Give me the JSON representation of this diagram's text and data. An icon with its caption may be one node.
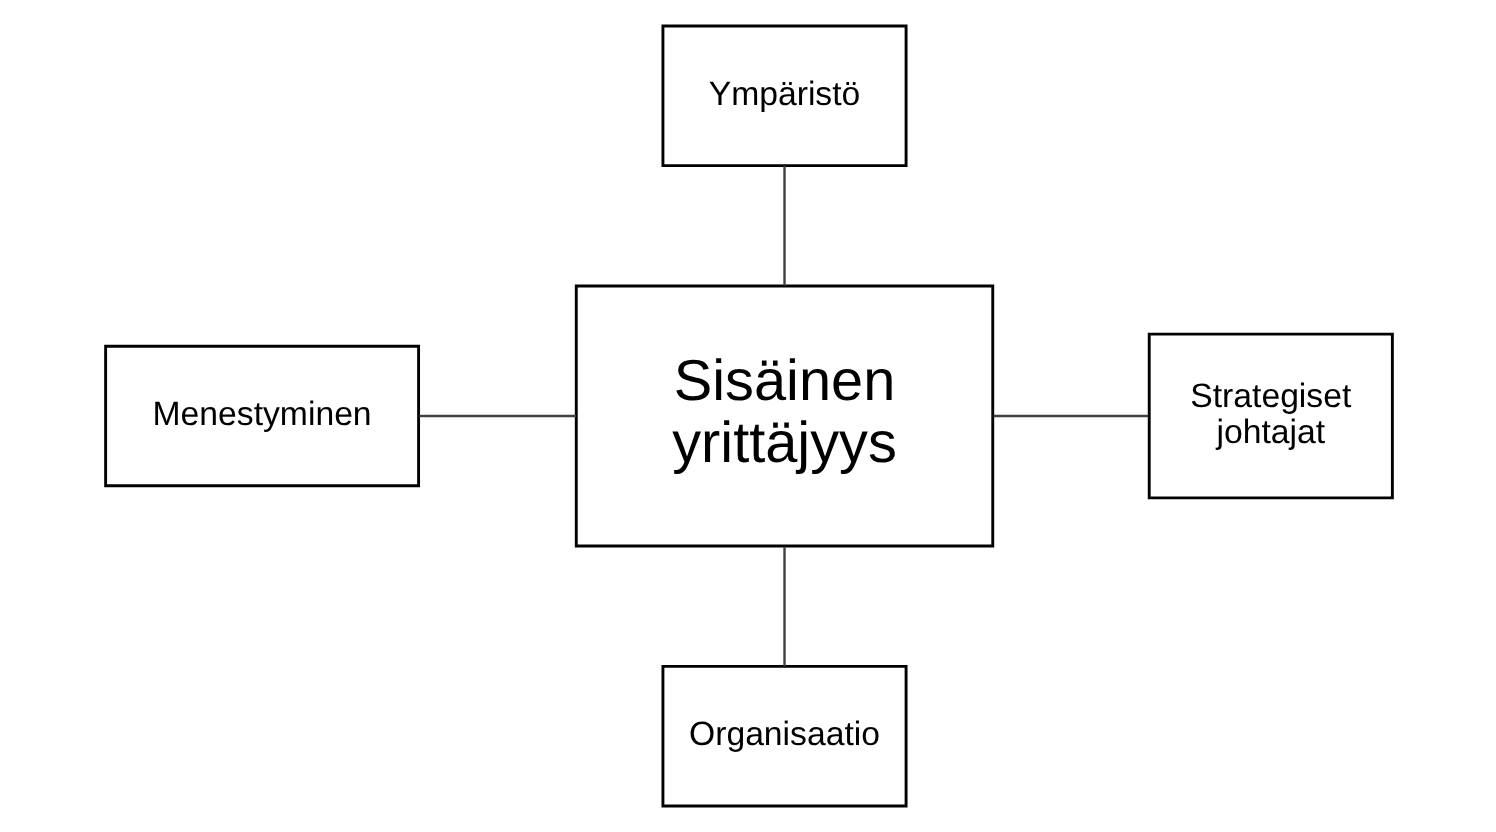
{
  "diagram": {
    "nodes": [
      {
        "text": [
          "Ympäristö"
        ]
      },
      {
        "text": [
          "Menestyminen"
        ]
      },
      {
        "text": [
          "Sisäinen yrittäjyys"
        ]
      },
      {
        "text": [
          "Strategiset johtajat"
        ]
      },
      {
        "text": [
          "Organisaatio"
        ]
      }
    ],
    "edges": [
      {
        "from": 0,
        "to": 2,
        "arrow": "none"
      },
      {
        "from": 1,
        "to": 2,
        "arrow": "none"
      },
      {
        "from": 2,
        "to": 3,
        "arrow": "none"
      },
      {
        "from": 2,
        "to": 4,
        "arrow": "none"
      }
    ]
  }
}
